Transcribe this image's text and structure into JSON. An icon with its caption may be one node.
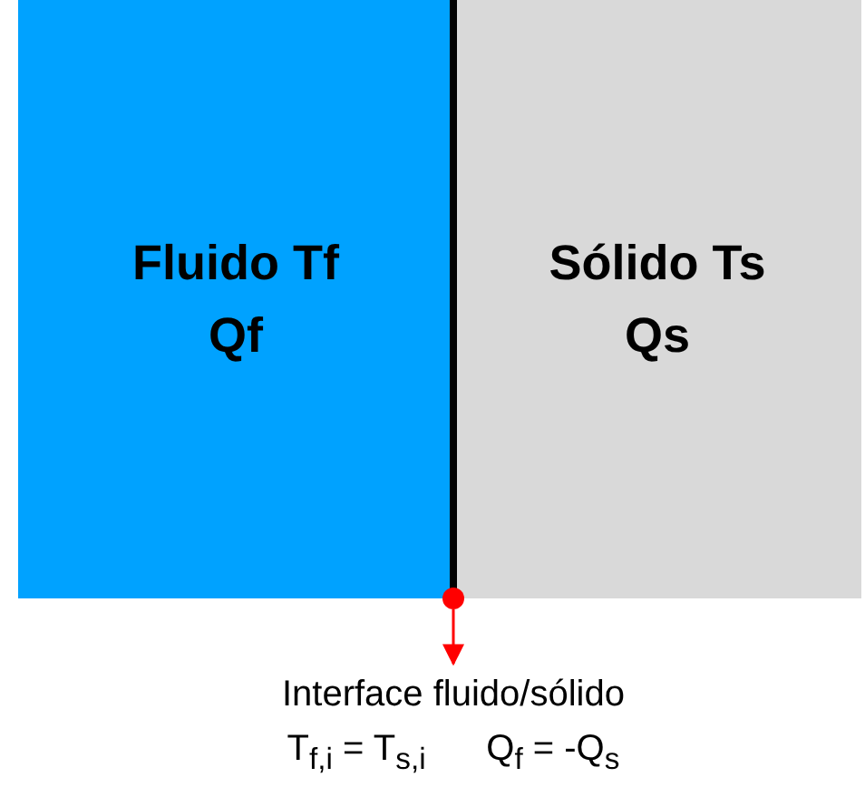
{
  "diagram": {
    "nodes": [
      {
        "text": [
          "Fluido Tf Qf"
        ]
      },
      {
        "text": [
          "Sólido Ts Qs"
        ]
      },
      {
        "text": [],
        "shape": "circle"
      },
      {
        "text": [
          "Interface fluido/sólido",
          "T$_{f,i}$ = T$_{s,i}$      Q$_{f}$ = -Q$_{s}$"
        ]
      }
    ],
    "edges": [
      {
        "from": 2,
        "to": 3,
        "arrow": "to",
        "color": "#ff0000"
      }
    ]
  }
}
